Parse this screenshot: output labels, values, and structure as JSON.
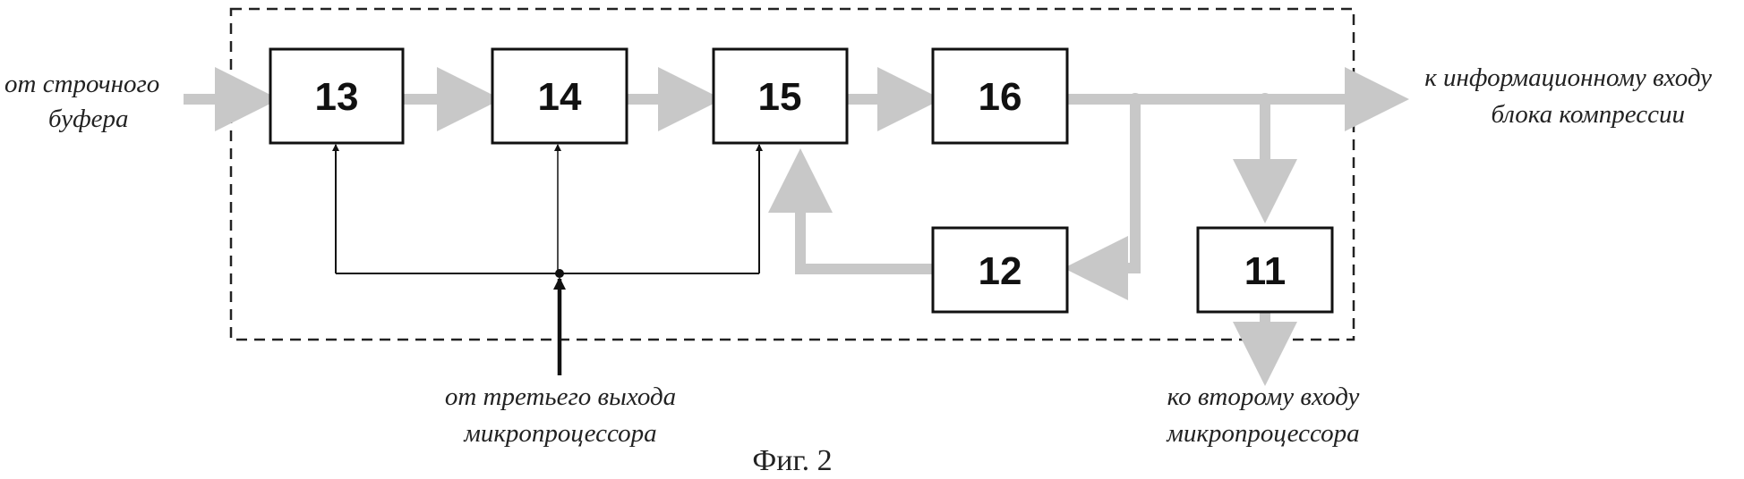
{
  "diagram": {
    "blocks": [
      {
        "id": "13",
        "label": "13"
      },
      {
        "id": "14",
        "label": "14"
      },
      {
        "id": "15",
        "label": "15"
      },
      {
        "id": "16",
        "label": "16"
      },
      {
        "id": "12",
        "label": "12"
      },
      {
        "id": "11",
        "label": "11"
      }
    ],
    "labels": {
      "input_line1": "от строчного",
      "input_line2": "буфера",
      "output_line1": "к информационному входу",
      "output_line2": "блока компрессии",
      "control_line1": "от третьего выхода",
      "control_line2": "микропроцессора",
      "out11_line1": "ко второму входу",
      "out11_line2": "микропроцессора"
    },
    "caption": "Фиг. 2",
    "colors": {
      "data_flow": "#c8c8c8",
      "control_line": "#111111",
      "block_border": "#111111",
      "dashed_frame": "#222222"
    }
  }
}
